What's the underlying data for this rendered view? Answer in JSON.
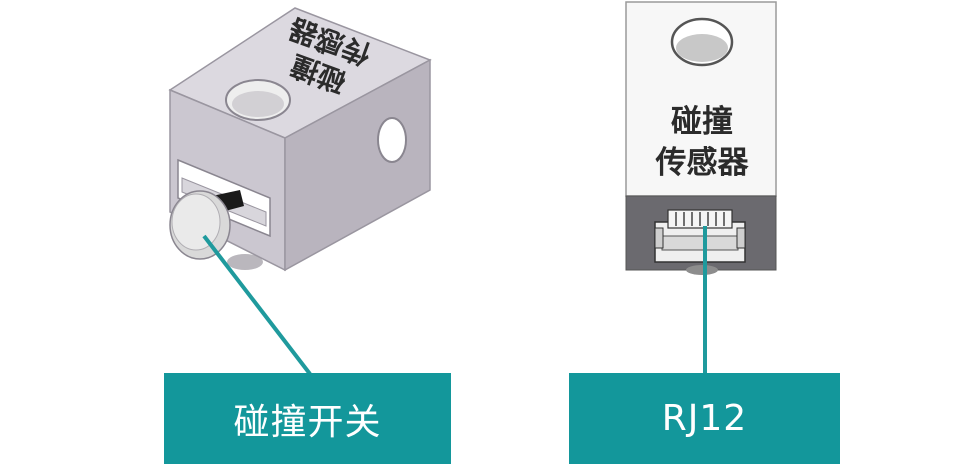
{
  "colors": {
    "accent": "#13979b",
    "leader_line": "#1f9a9d",
    "module_white": "#f7f7f7",
    "module_dark": "#6b6a6f",
    "block_front": "#c9c5ce",
    "block_side": "#b8b3bd"
  },
  "left_component": {
    "block_label_line1": "碰撞",
    "block_label_line2": "传感器",
    "callout_label": "碰撞开关"
  },
  "right_component": {
    "module_label_line1": "碰撞",
    "module_label_line2": "传感器",
    "callout_label": "RJ12"
  }
}
